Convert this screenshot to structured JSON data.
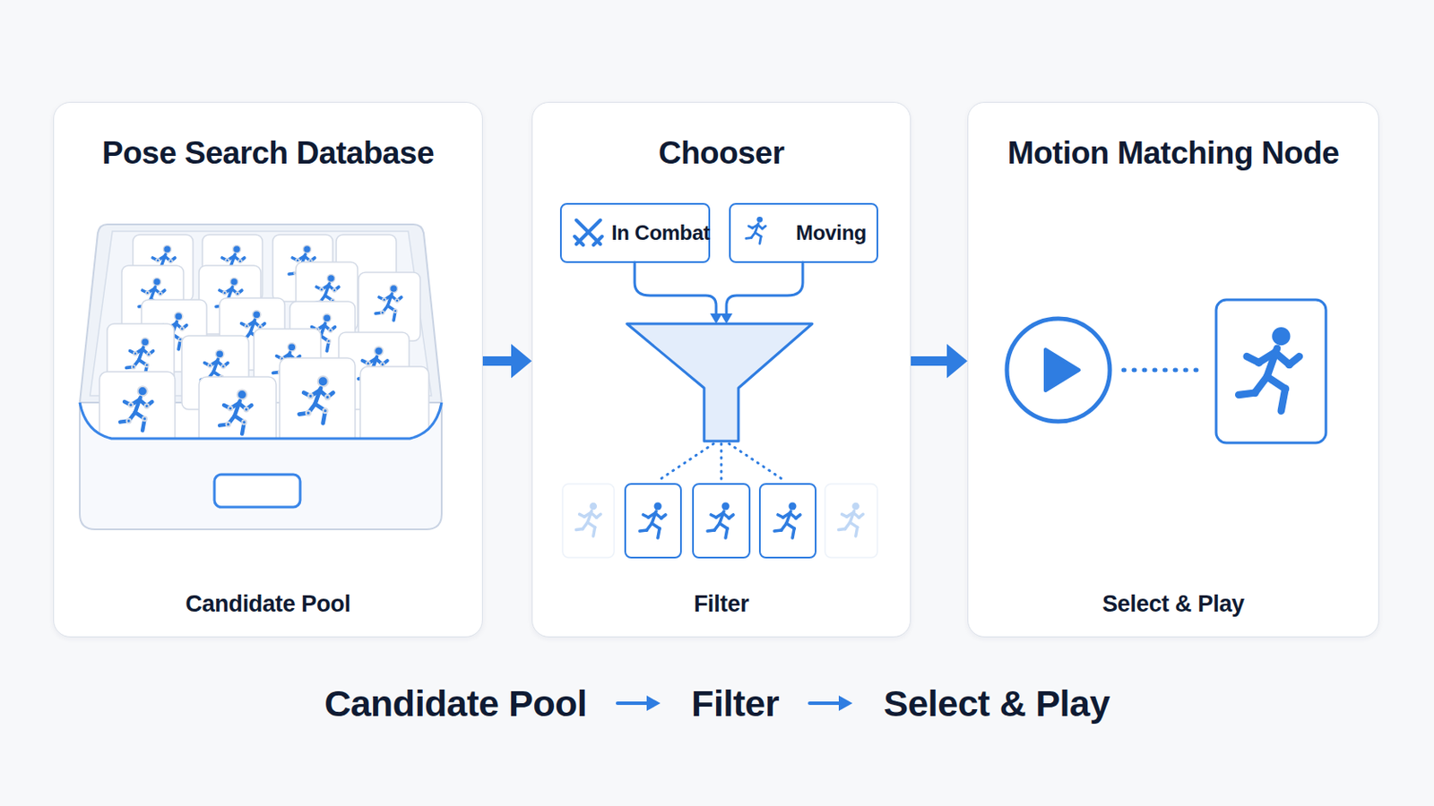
{
  "diagram": {
    "nodes": [
      {
        "text": [
          "Pose Search Database",
          "Candidate Pool"
        ]
      },
      {
        "text": [
          "Chooser",
          "Filter"
        ]
      },
      {
        "text": [
          "Motion Matching Node",
          "Select & Play"
        ]
      },
      {
        "text": [
          "In Combat"
        ],
        "in": 1
      },
      {
        "text": [
          "Moving"
        ],
        "in": 1
      }
    ],
    "edges": [
      {
        "from": 0,
        "to": 1,
        "arrow": "to"
      },
      {
        "from": 1,
        "to": 2,
        "arrow": "to"
      }
    ],
    "labels": [
      "Candidate Pool",
      "Filter",
      "Select & Play"
    ]
  }
}
